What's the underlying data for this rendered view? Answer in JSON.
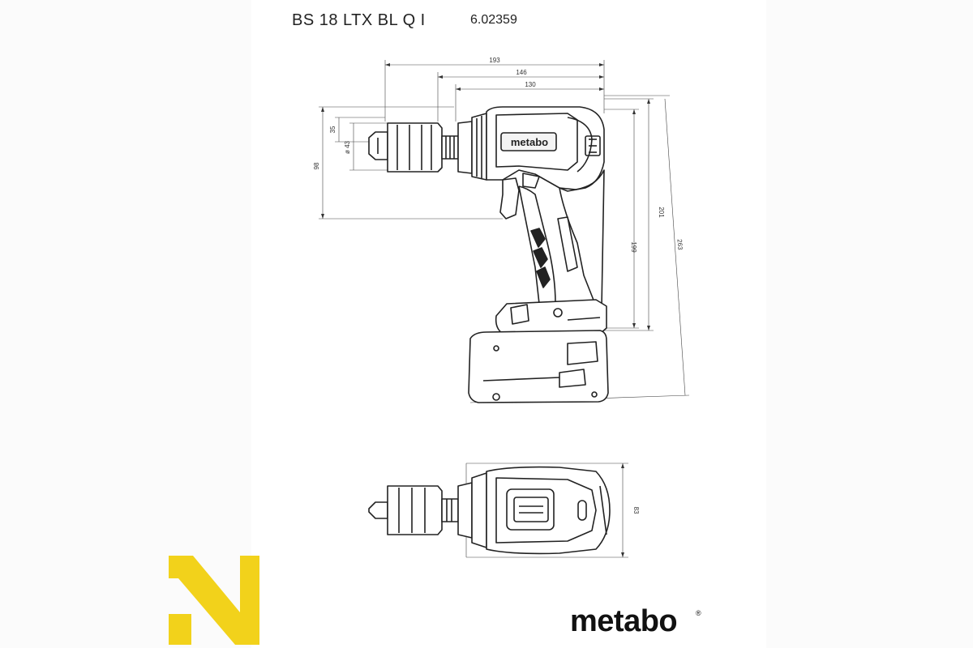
{
  "header": {
    "model_name": "BS 18 LTX BL Q I",
    "article_number": "6.02359"
  },
  "dimensions": {
    "length_total": "193",
    "length_mid": "146",
    "length_body": "130",
    "chuck_offset": "35",
    "chuck_diameter": "ø 43",
    "front_height": "98",
    "handle_height": "199",
    "height_no_battery": "201",
    "height_total": "263",
    "width_top": "83"
  },
  "branding": {
    "tool_label": "metabo",
    "wordmark": "metabo",
    "registered": "®",
    "brand_color": "#111111",
    "accent_logo_color": "#f2d21b"
  }
}
